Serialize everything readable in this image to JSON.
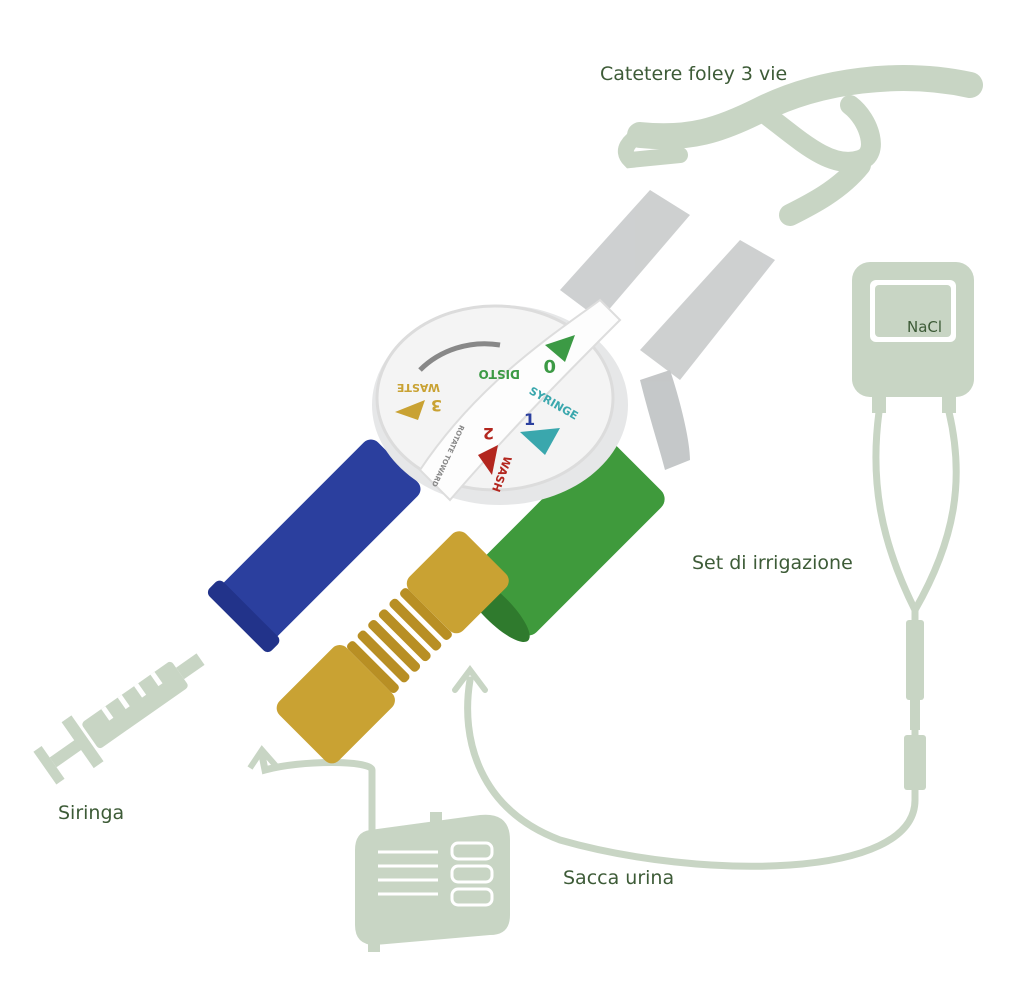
{
  "labels": {
    "catheter": "Catetere foley 3 vie",
    "irrigation_set": "Set di irrigazione",
    "syringe": "Siringa",
    "urine_bag": "Sacca urina",
    "nacl": "NaCl"
  },
  "valve": {
    "position_0": "0",
    "position_0_label": "DISTO",
    "position_1": "1",
    "position_1_label": "SYRINGE",
    "position_2": "2",
    "position_2_label": "WASH",
    "position_3": "3",
    "position_3_label": "WASTE",
    "rotate_hint": "ROTATE TOWARD"
  },
  "colors": {
    "schematic": "#c8d5c4",
    "label_text": "#3d5b37",
    "blue_port": "#2b3f9e",
    "yellow_port": "#c9a233",
    "green_port": "#3f9a3c",
    "wash_red": "#b3261e",
    "syringe_teal": "#3aa7ad",
    "zero_green": "#3c9a45"
  }
}
